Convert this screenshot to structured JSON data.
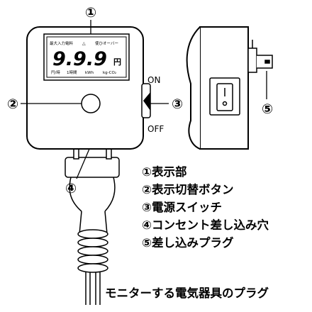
{
  "callouts": {
    "display": "①",
    "button": "②",
    "switch": "③",
    "outlet": "④",
    "plug": "⑤"
  },
  "lcd": {
    "header_left": "最大入力電料",
    "header_warn": "△",
    "header_right": "使ひオーバー",
    "value": "9.9.9",
    "unit": "円",
    "footer": [
      "円/時",
      "1時間",
      "kWh",
      "kg-CO₂"
    ]
  },
  "switch_labels": {
    "on": "ON",
    "off": "OFF"
  },
  "legend": [
    "①表示部",
    "②表示切替ボタン",
    "③電源スイッチ",
    "④コンセント差し込み穴",
    "⑤差し込みプラグ"
  ],
  "footer_caption": "モニターする電気器具のプラグ"
}
